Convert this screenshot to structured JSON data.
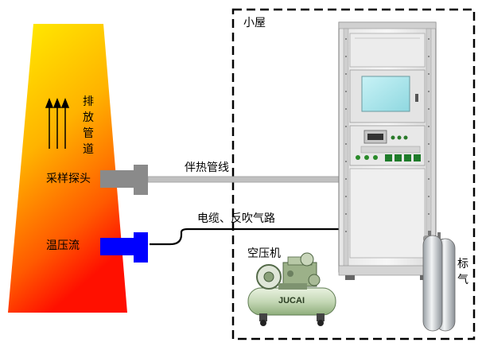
{
  "labels": {
    "hut": "小屋",
    "exhaust": "排放管道",
    "probe": "采样探头",
    "heated_line": "伴热管线",
    "cable": "电缆、反吹气路",
    "tpf": "温压流",
    "compressor": "空压机",
    "compressor_brand": "JUCAI",
    "std_gas": "标气"
  },
  "colors": {
    "stack_top": "#ffe600",
    "stack_bottom": "#ff1a00",
    "probe_gray": "#8c8c8c",
    "tpf_blue": "#0000ff",
    "hut_border": "#000000"
  }
}
